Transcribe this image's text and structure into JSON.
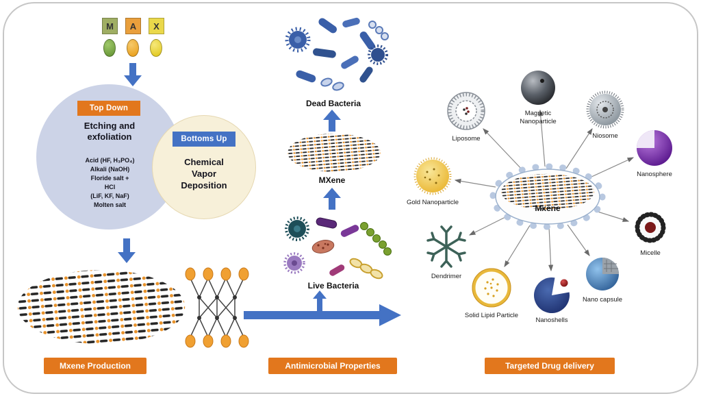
{
  "colors": {
    "arrow_blue": "#4472c4",
    "badge_orange": "#e2771d",
    "badge_blue": "#4472c4",
    "circle_lavender": "#ccd3e7",
    "circle_cream": "#f7f0d9"
  },
  "max_phase": {
    "m_label": "M",
    "a_label": "A",
    "x_label": "X"
  },
  "top_down": {
    "badge": "Top Down",
    "title": "Etching and exfoliation",
    "lines": [
      "Acid (HF, H₃PO₄)",
      "Alkali (NaOH)",
      "Floride salt +",
      "HCl",
      "(LiF, KF, NaF)",
      "Molten salt"
    ]
  },
  "bottoms_up": {
    "badge": "Bottoms Up",
    "title": "Chemical Vapor Deposition"
  },
  "antimicrobial": {
    "dead_label": "Dead Bacteria",
    "mxene_label": "MXene",
    "live_label": "Live Bacteria"
  },
  "drug_delivery": {
    "center_label": "Mxene",
    "particles": {
      "liposome": "Liposome",
      "magnetic": "Magnetic Nanoparticle",
      "niosome": "Niosome",
      "nanosphere": "Nanosphere",
      "gold": "Gold Nanoparticle",
      "micelle": "Micelle",
      "dendrimer": "Dendrimer",
      "solid_lipid": "Solid Lipid Particle",
      "nanoshells": "Nanoshells",
      "nanocapsule": "Nano capsule"
    }
  },
  "section_labels": {
    "production": "Mxene Production",
    "antimicrobial": "Antimicrobial Properties",
    "targeted": "Targeted Drug delivery"
  }
}
